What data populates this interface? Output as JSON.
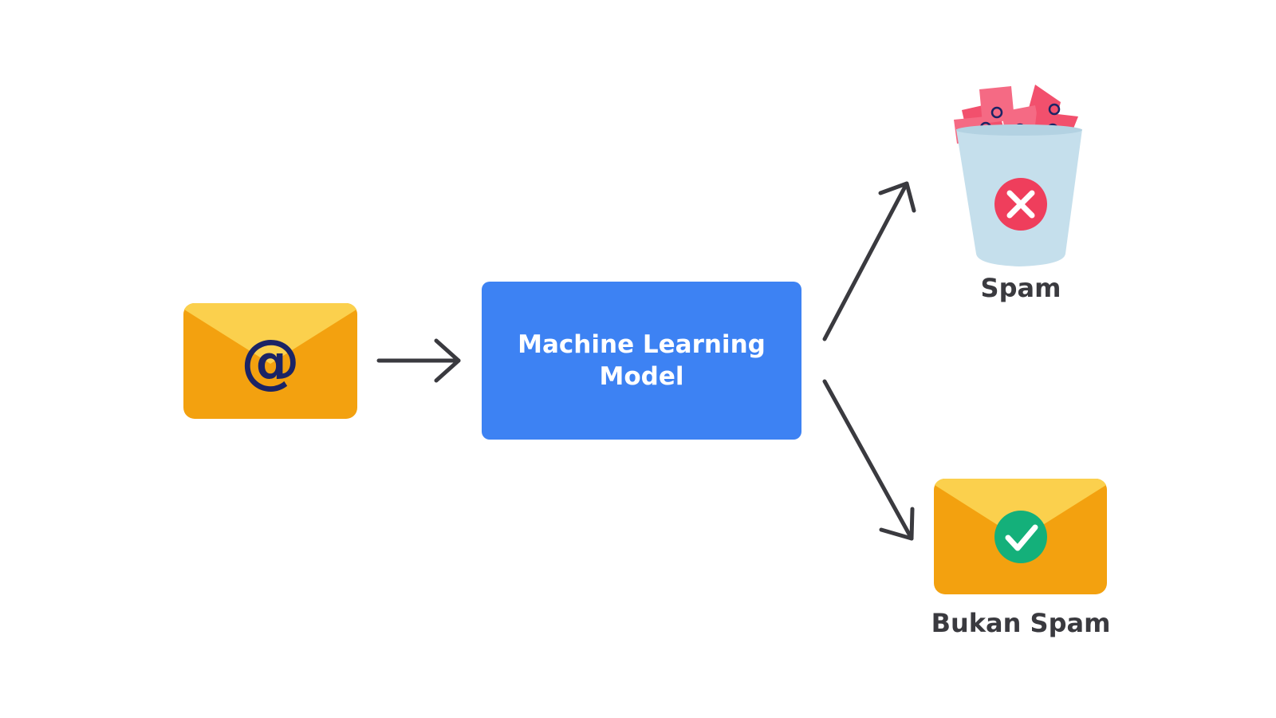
{
  "diagram": {
    "model_label": "Machine Learning Model",
    "spam_label": "Spam",
    "not_spam_label": "Bukan Spam",
    "input_icon_glyph": "@",
    "bin_envelope_glyph": "@"
  },
  "icons": {
    "input": "envelope-at-icon",
    "arrow_in": "arrow-right-icon",
    "arrow_spam": "arrow-up-right-icon",
    "arrow_not_spam": "arrow-down-right-icon",
    "spam": "trash-bin-icon",
    "reject": "x-circle-icon",
    "accept": "check-circle-icon",
    "clean_mail": "envelope-icon"
  },
  "colors": {
    "envelope_body": "#f3a10f",
    "envelope_flap": "#fbd04d",
    "at_sign": "#1b2465",
    "model_box": "#3d82f3",
    "arrow": "#3a3a3f",
    "bin": "#c5dfec",
    "spam_mail": "#f2506d",
    "reject_badge": "#ef3e5c",
    "accept_badge": "#14b07a",
    "label_text": "#3a3a3f"
  }
}
